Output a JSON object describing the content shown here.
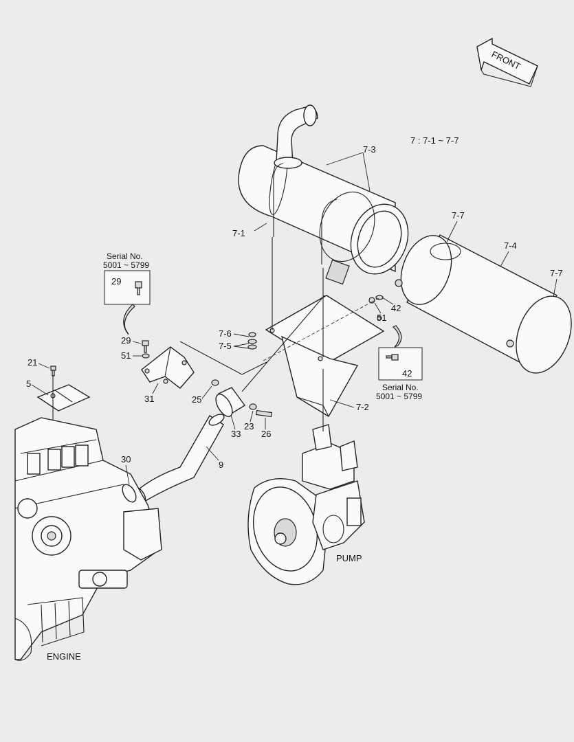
{
  "front_label": "FRONT",
  "group_note": "7  : 7-1 ~ 7-7",
  "serial_box_left": {
    "title": "Serial No.",
    "range": "5001 ~ 5799",
    "part": "29"
  },
  "serial_box_right": {
    "title": "Serial No.",
    "range": "5001 ~ 5799",
    "part": "42"
  },
  "callouts": {
    "c7_3": "7-3",
    "c7_1": "7-1",
    "c7_7a": "7-7",
    "c7_7b": "7-7",
    "c7_4": "7-4",
    "c7_2": "7-2",
    "c7_6": "7-6",
    "c7_5": "7-5",
    "c51a": "51",
    "c51b": "51",
    "c42": "42",
    "c29": "29",
    "c31": "31",
    "c25": "25",
    "c33": "33",
    "c23": "23",
    "c26": "26",
    "c21": "21",
    "c5": "5",
    "c9": "9",
    "c30": "30"
  },
  "assembly_labels": {
    "engine": "ENGINE",
    "pump": "PUMP"
  }
}
